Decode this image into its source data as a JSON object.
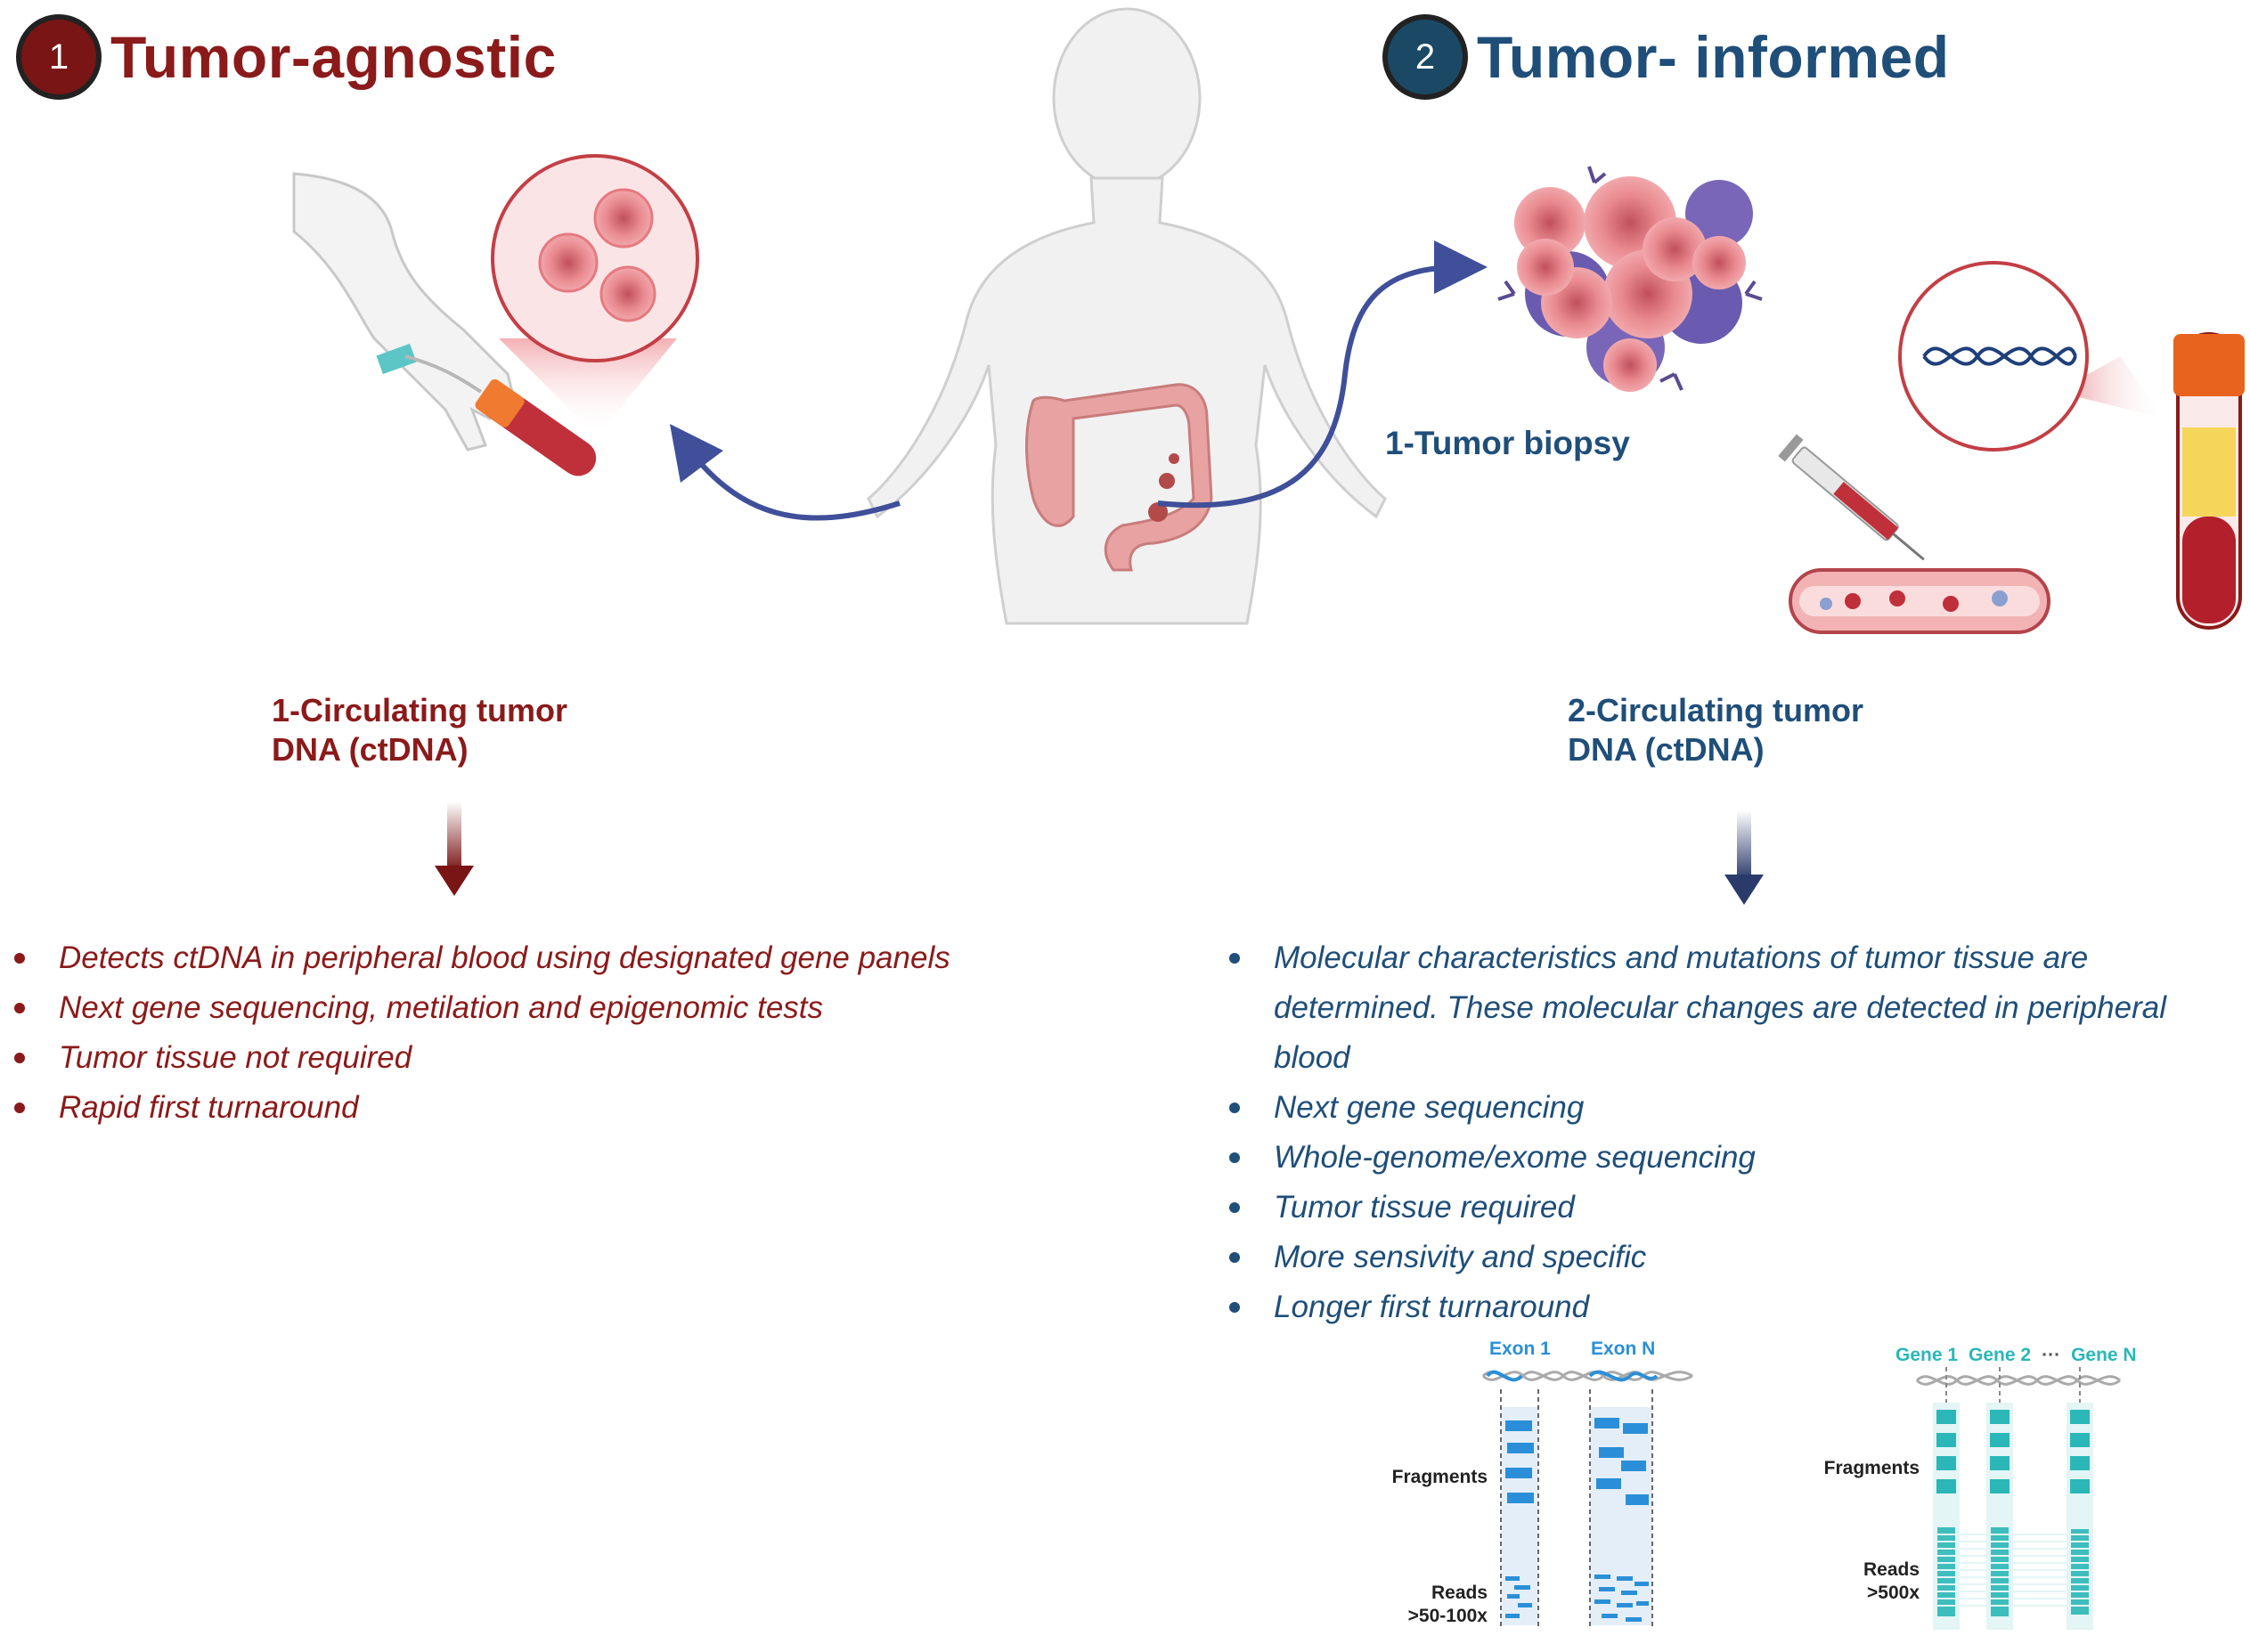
{
  "left": {
    "badge": "1",
    "title": "Tumor-agnostic",
    "subtitle_line1": "1-Circulating tumor",
    "subtitle_line2": "DNA (ctDNA)",
    "bullets": [
      "Detects ctDNA in peripheral blood using designated gene panels",
      "Next gene sequencing, metilation and epigenomic tests",
      "Tumor tissue not required",
      "Rapid first turnaround"
    ],
    "color": "#8b1a1a"
  },
  "right": {
    "badge": "2",
    "title": "Tumor- informed",
    "biopsy_label": "1-Tumor biopsy",
    "subtitle_line1": "2-Circulating tumor",
    "subtitle_line2": "DNA (ctDNA)",
    "bullets": [
      "Molecular characteristics and mutations of tumor tissue are determined. These molecular changes are detected in peripheral blood",
      "Next gene sequencing",
      "Whole-genome/exome sequencing",
      "Tumor tissue required",
      "More sensivity and specific",
      "Longer first turnaround"
    ],
    "color": "#1f4e79"
  },
  "seq_exome": {
    "exon1": "Exon 1",
    "exonN": "Exon N",
    "fragments": "Fragments",
    "reads": "Reads",
    "depth": ">50-100x"
  },
  "seq_panel": {
    "gene1": "Gene 1",
    "gene2": "Gene 2",
    "ellipsis": "···",
    "geneN": "Gene N",
    "fragments": "Fragments",
    "reads": "Reads",
    "depth": ">500x"
  },
  "icons": [
    "human-body-icon",
    "arm-blood-draw-icon",
    "ctdna-cells-circle-icon",
    "tumor-cluster-icon",
    "syringe-icon",
    "blood-vessel-icon",
    "blood-tube-icon",
    "dna-circle-icon"
  ]
}
